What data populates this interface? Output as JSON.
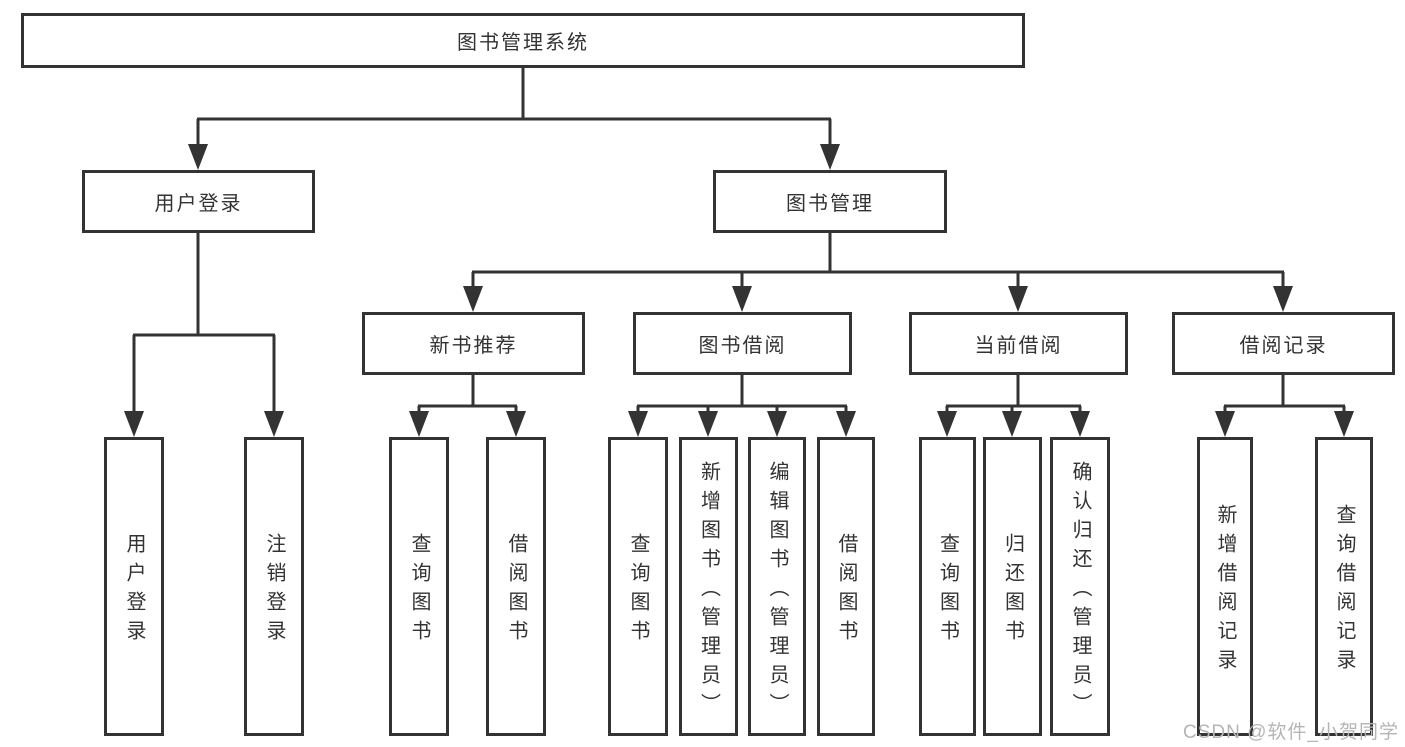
{
  "watermark": "CSDN @软件_小贺同学",
  "colors": {
    "line": "#333333",
    "box_border": "#333333",
    "text": "#333333",
    "watermark": "#b5b5b5",
    "background": "#ffffff"
  },
  "tree": {
    "root": {
      "label": "图书管理系统",
      "children": [
        {
          "label": "用户登录",
          "children": [
            {
              "label": "用户登录"
            },
            {
              "label": "注销登录"
            }
          ]
        },
        {
          "label": "图书管理",
          "children": [
            {
              "label": "新书推荐",
              "children": [
                {
                  "label": "查询图书"
                },
                {
                  "label": "借阅图书"
                }
              ]
            },
            {
              "label": "图书借阅",
              "children": [
                {
                  "label": "查询图书"
                },
                {
                  "label": "新增图书（管理员）"
                },
                {
                  "label": "编辑图书（管理员）"
                },
                {
                  "label": "借阅图书"
                }
              ]
            },
            {
              "label": "当前借阅",
              "children": [
                {
                  "label": "查询图书"
                },
                {
                  "label": "归还图书"
                },
                {
                  "label": "确认归还（管理员）"
                }
              ]
            },
            {
              "label": "借阅记录",
              "children": [
                {
                  "label": "新增借阅记录"
                },
                {
                  "label": "查询借阅记录"
                }
              ]
            }
          ]
        }
      ]
    }
  }
}
